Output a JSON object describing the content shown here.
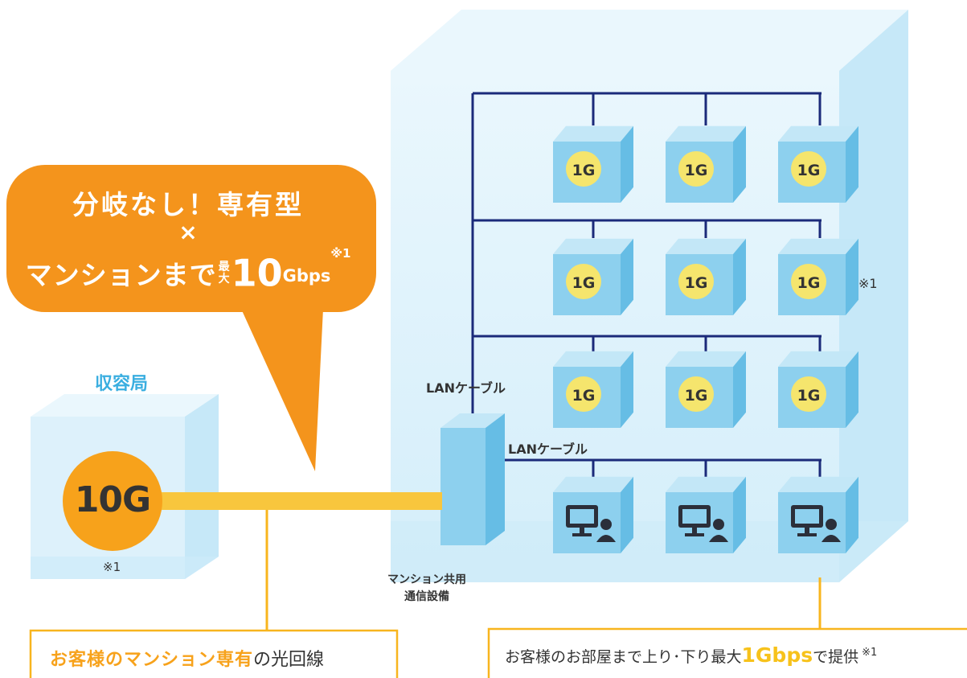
{
  "speech_bubble": {
    "line1": "分岐なし！専有型",
    "line2": "×",
    "line3_prefix": "マンションまで",
    "line3_max": "最大",
    "line3_value": "10",
    "line3_unit": "Gbps",
    "line3_note": "※1"
  },
  "station": {
    "label": "収容局",
    "speed": "10G",
    "note": "※1"
  },
  "building": {
    "unit_speed": "1G",
    "units_note": "※1",
    "lan_cable_upper": "LANケーブル",
    "lan_cable_lower": "LANケーブル",
    "shared_equipment_line1": "マンション共用",
    "shared_equipment_line2": "通信設備"
  },
  "callout_left": {
    "highlight": "お客様のマンション専有",
    "rest": "の光回線"
  },
  "callout_right": {
    "prefix": "お客様のお部屋まで上り･下り最大",
    "highlight": "1Gbps",
    "suffix": "で提供",
    "note": "※1"
  },
  "colors": {
    "orange": "#F7A21B",
    "bubble": "#F4941C",
    "yellow_line": "#F8C63D",
    "cube_face": "#8DD0EE",
    "cube_top": "#C3E7F7",
    "cube_side": "#66BDE5",
    "building": "#DFF2FB",
    "navy_line": "#1B2A7A",
    "badge": "#F5E56D",
    "station_label": "#3AAEE0"
  },
  "icons": [
    "computer-user-icon"
  ]
}
